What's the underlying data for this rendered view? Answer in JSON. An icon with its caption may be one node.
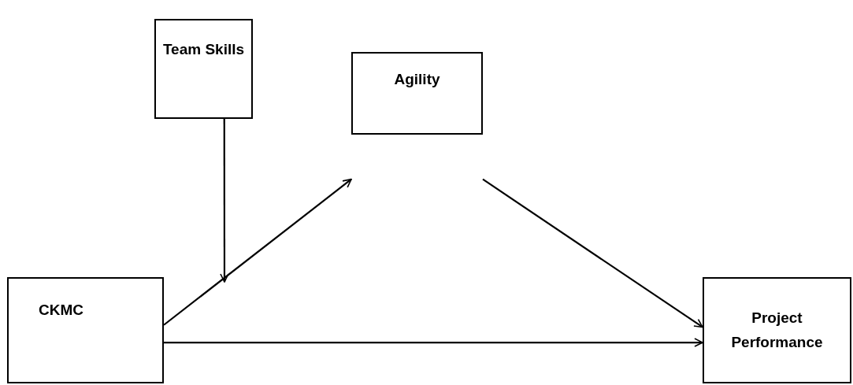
{
  "diagram": {
    "nodes": [
      {
        "text": [
          "Team Skills"
        ]
      },
      {
        "text": [
          "Agility"
        ]
      },
      {
        "text": [
          "CKMC"
        ]
      },
      {
        "text": [
          "Project Performance"
        ]
      }
    ],
    "edges": [
      {
        "from": 0,
        "to": null,
        "arrow": "to"
      },
      {
        "from": 2,
        "to": 1,
        "arrow": "to"
      },
      {
        "from": 1,
        "to": 3,
        "arrow": "to"
      },
      {
        "from": 2,
        "to": 3,
        "arrow": "to"
      }
    ]
  }
}
